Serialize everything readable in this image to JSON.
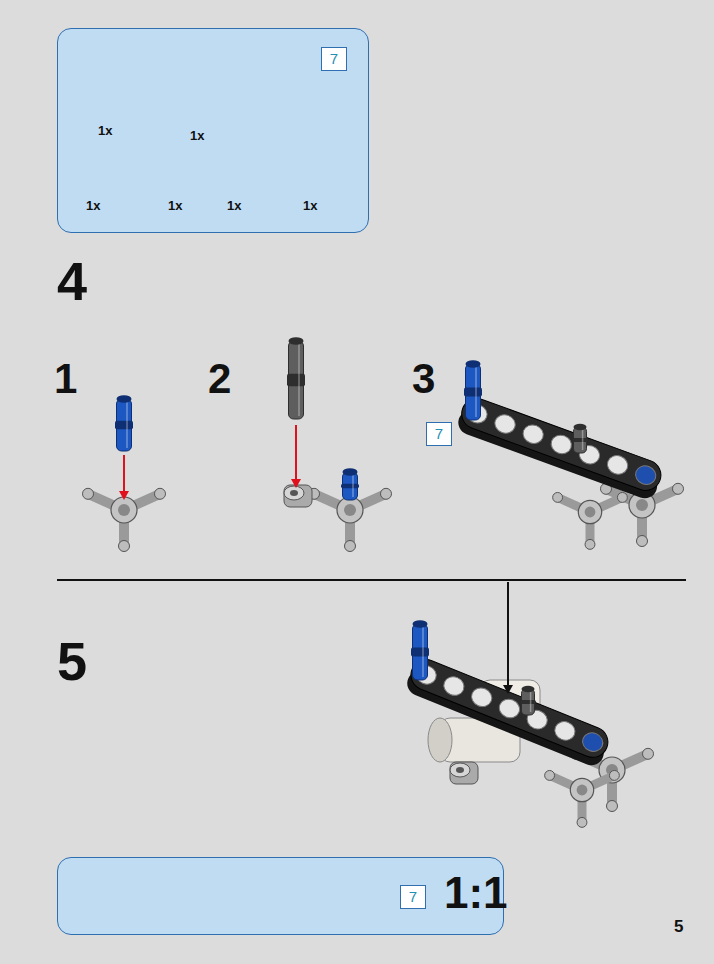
{
  "diagram": {
    "nodes": [
      {
        "text": [
          "1x",
          "1x",
          "1x",
          "1x",
          "1x",
          "1x"
        ]
      },
      {
        "text": [
          "7"
        ],
        "in": 0
      },
      {
        "text": [
          "7"
        ]
      },
      {
        "text": [
          "1:1"
        ]
      },
      {
        "text": [
          "7"
        ],
        "in": 3
      }
    ],
    "labels": [
      "4",
      "1",
      "2",
      "3",
      "5",
      "5"
    ]
  }
}
